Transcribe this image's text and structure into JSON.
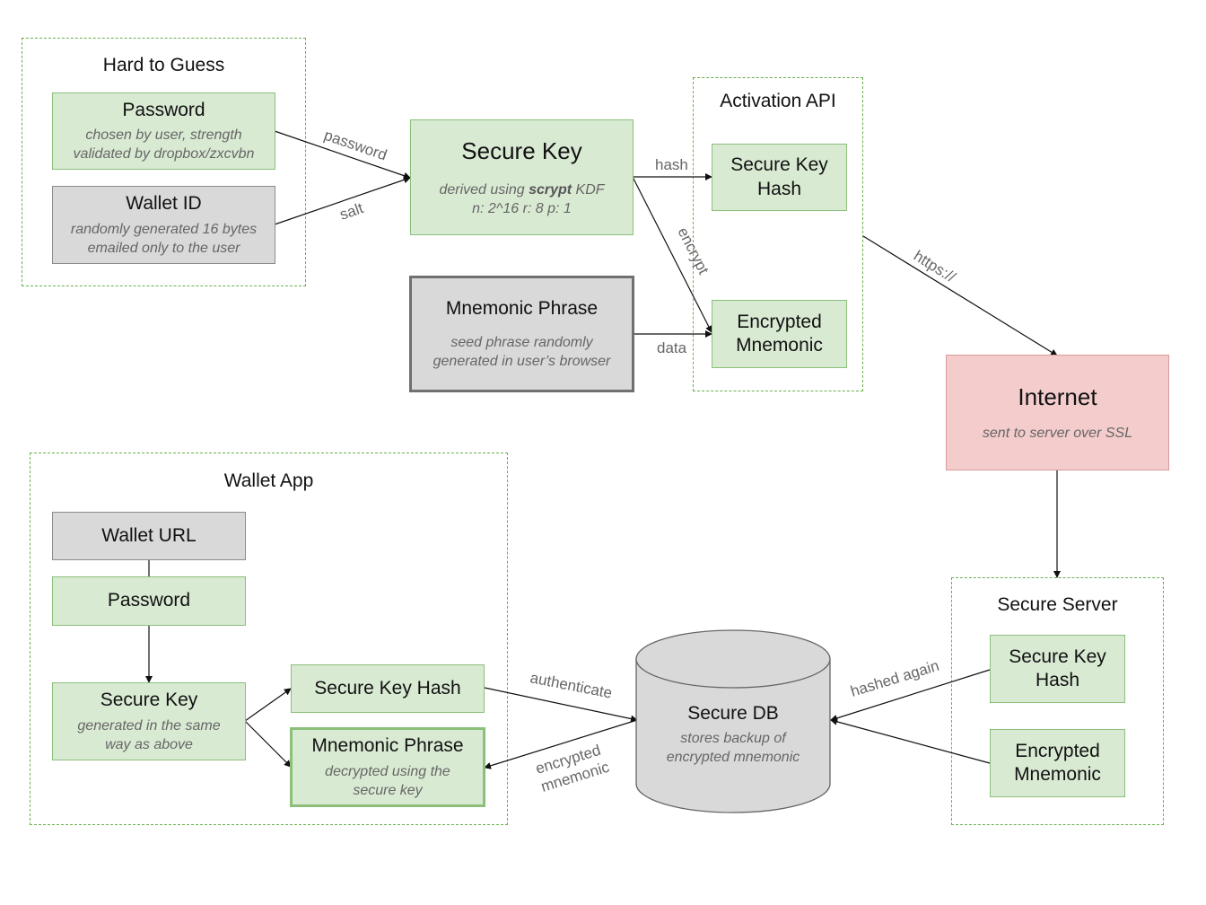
{
  "groups": {
    "hard_to_guess": "Hard to Guess",
    "activation_api": "Activation API",
    "wallet_app": "Wallet App",
    "secure_server": "Secure Server"
  },
  "nodes": {
    "password_top": {
      "title": "Password",
      "sub": "chosen by user, strength validated by dropbox/zxcvbn"
    },
    "wallet_id": {
      "title": "Wallet ID",
      "sub": "randomly generated 16 bytes emailed only to the user"
    },
    "secure_key_top": {
      "title": "Secure Key",
      "sub_pre": "derived using ",
      "sub_bold": "scrypt",
      "sub_post": " KDF",
      "sub_line2": "n: 2^16 r: 8 p: 1"
    },
    "mnemonic_top": {
      "title": "Mnemonic Phrase",
      "sub": "seed phrase randomly generated in user’s browser"
    },
    "secure_key_hash_api": {
      "title": "Secure Key Hash"
    },
    "encrypted_mnemonic_api": {
      "title": "Encrypted Mnemonic"
    },
    "internet": {
      "title": "Internet",
      "sub": "sent to server over SSL"
    },
    "wallet_url": {
      "title": "Wallet URL"
    },
    "password_app": {
      "title": "Password"
    },
    "secure_key_app": {
      "title": "Secure Key",
      "sub": "generated in the same way as above"
    },
    "secure_key_hash_app": {
      "title": "Secure Key Hash"
    },
    "mnemonic_app": {
      "title": "Mnemonic Phrase",
      "sub": "decrypted using the secure key"
    },
    "secure_db": {
      "title": "Secure DB",
      "sub": "stores backup of encrypted mnemonic"
    },
    "secure_key_hash_server": {
      "title": "Secure Key Hash"
    },
    "encrypted_mnemonic_server": {
      "title": "Encrypted Mnemonic"
    }
  },
  "edge_labels": {
    "password": "password",
    "salt": "salt",
    "hash": "hash",
    "encrypt": "encrypt",
    "data": "data",
    "https": "https://",
    "authenticate": "authenticate",
    "encrypted_mnemonic_1": "encrypted",
    "encrypted_mnemonic_2": "mnemonic",
    "hashed_again": "hashed again"
  },
  "colors": {
    "green_fill": "#d9ead3",
    "gray_fill": "#d9d9d9",
    "red_fill": "#f4cccc",
    "dashed_border": "#6ab04c"
  }
}
